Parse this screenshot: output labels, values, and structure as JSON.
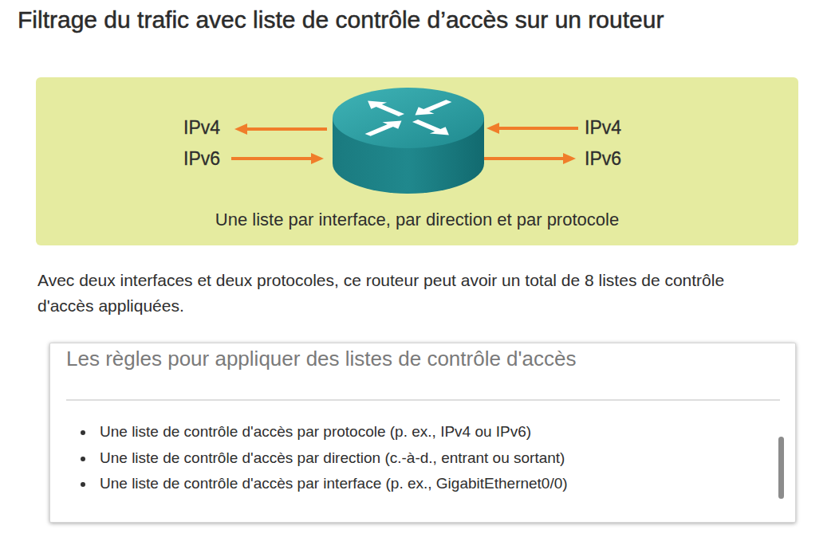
{
  "diagram": {
    "title": "Filtrage du trafic avec liste de contrôle d’accès sur un routeur",
    "nodes": [
      {
        "text": [
          "Une liste par interface, par direction et par protocole"
        ]
      },
      {
        "text": [
          "Les règles pour appliquer des listes de contrôle d'accès",
          "Une liste de contrôle d'accès par protocole (p. ex., IPv4 ou IPv6)",
          "Une liste de contrôle d'accès par direction (c.-à-d., entrant ou sortant)",
          "Une liste de contrôle d'accès par interface (p. ex., GigabitEthernet0/0)"
        ]
      }
    ],
    "labels": [
      "IPv4",
      "IPv6",
      "IPv4",
      "IPv6",
      "Avec deux interfaces et deux protocoles, ce routeur peut avoir un total de 8 listes de contrôle d'accès appliquées."
    ]
  }
}
